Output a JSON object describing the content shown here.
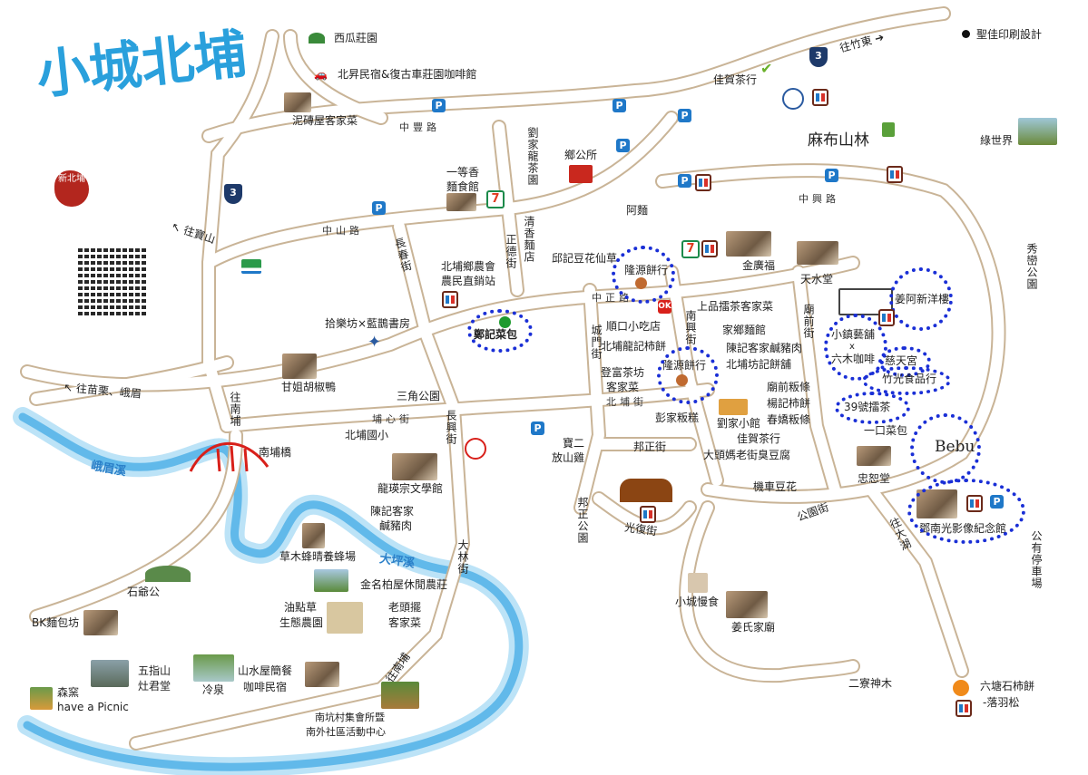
{
  "logo": {
    "title": "小城北埔",
    "stamp": "新北埔"
  },
  "icons": {
    "parking": "P",
    "seven": "7",
    "highway": "3",
    "ok": "OK"
  },
  "roads": {
    "zhongfeng": "中豐路",
    "zhongshan": "中山路",
    "zhongzheng": "中正路",
    "zhongxing": "中興路",
    "changchun": "長春街",
    "zhengde": "正德街",
    "chengmen": "城門街",
    "nanxing": "南興街",
    "miaoqian": "廟前街",
    "beipu": "北埔街",
    "puxin": "埔心街",
    "changxing": "長興街",
    "bangzheng": "邦正街",
    "guangfu": "光復街",
    "gongyuan": "公園街",
    "dalin": "大林街",
    "to_baoshan": "往寶山",
    "to_miaoli": "往苗栗、峨眉",
    "to_nanpu": "往南埔",
    "to_nanpu2": "往南埔",
    "to_zhudong": "往竹東",
    "to_dahu": "往大湖"
  },
  "rivers": {
    "emei": "峨眉溪",
    "daping": "大坪溪"
  },
  "places": {
    "xigua": "西瓜莊園",
    "beisheng": "北昇民宿&復古車莊園咖啡館",
    "nizhuan": "泥磚屋客家菜",
    "liujia_tea": "劉家龍茶園",
    "township": "鄉公所",
    "yideng_1": "一等香",
    "yideng_2": "麵食館",
    "amian": "阿麵",
    "qingxiang": "清香麵店",
    "farmers_1": "北埔鄉農會",
    "farmers_2": "農民直銷站",
    "qiuji": "邱記豆花仙草",
    "longyuan1": "隆源餅行",
    "jinguangfu": "金廣福",
    "tianshui": "天水堂",
    "shangpin": "上品擂茶客家菜",
    "jiang_mansion": "姜阿新洋樓",
    "shunkou": "順口小吃店",
    "jiaxiang": "家鄉麵館",
    "xiaozhen_1": "小鎮藝舖",
    "xiaozhen_2": "x",
    "xiaozhen_3": "六木咖啡",
    "chenji_pork": "陳記客家鹹豬肉",
    "longji": "北埔龍記柿餅",
    "fangji": "北埔坊記餅舖",
    "longyuan2": "隆源餅行",
    "citian": "慈天宮",
    "zhuguang": "竹光食品行",
    "dengfu_1": "登富茶坊",
    "dengfu_2": "客家菜",
    "miaoqian_noodle": "廟前粄條",
    "yangji": "楊記柿餅",
    "leicha39": "39號擂茶",
    "chunjiao": "春嬌粄條",
    "pengjia": "彭家粄糕",
    "liujia_small": "劉家小館",
    "yikou": "一口菜包",
    "jiahe2": "佳賀茶行",
    "datouma": "大頭媽老街臭豆腐",
    "zhongshu": "忠恕堂",
    "bebu": "Bebu",
    "jiche": "機車豆花",
    "dengnanguang": "鄧南光影像紀念館",
    "public_parking": "公有停車場",
    "xiuluan": "秀巒公園",
    "mabu": "麻布山林",
    "lvshijie": "綠世界",
    "jiahe1": "佳賀茶行",
    "shengjia": "聖佳印刷設計",
    "baoer_1": "寶二",
    "baoer_2": "放山雞",
    "bangzheng_park": "邦正公園",
    "xiaocheng": "小城慢食",
    "jiang_temple": "姜氏家廟",
    "erliao": "二寮神木",
    "liutang_1": "六塘石柿餅",
    "liutang_2": "-落羽松",
    "zhengji": "鄭記菜包",
    "shile": "拾樂坊×藍鵲書房",
    "ganjie": "甘姐胡椒鴨",
    "sanjiao": "三角公園",
    "school": "北埔國小",
    "nanpu_bridge": "南埔橋",
    "longying": "龍瑛宗文學館",
    "chenji2_1": "陳記客家",
    "chenji2_2": "鹹豬肉",
    "caomu": "草木蜂晴養蜂場",
    "jinming": "金名柏屋休閒農莊",
    "shiye": "石爺公",
    "bk": "BK麵包坊",
    "youdian_1": "油點草",
    "youdian_2": "生態農園",
    "laotou_1": "老頭擺",
    "laotou_2": "客家菜",
    "wuzhi_1": "五指山",
    "wuzhi_2": "灶君堂",
    "lengquan": "冷泉",
    "shanshui_1": "山水屋簡餐",
    "shanshui_2": "咖啡民宿",
    "senyao_1": "森窯",
    "senyao_2": "have a Picnic",
    "nankeng_1": "南坑村集會所暨",
    "nankeng_2": "南外社區活動中心"
  },
  "colors": {
    "road_edge": "#c9b497",
    "river": "#4fb3e8",
    "highlight": "#1a2fd6",
    "parking": "#1f78c8"
  }
}
